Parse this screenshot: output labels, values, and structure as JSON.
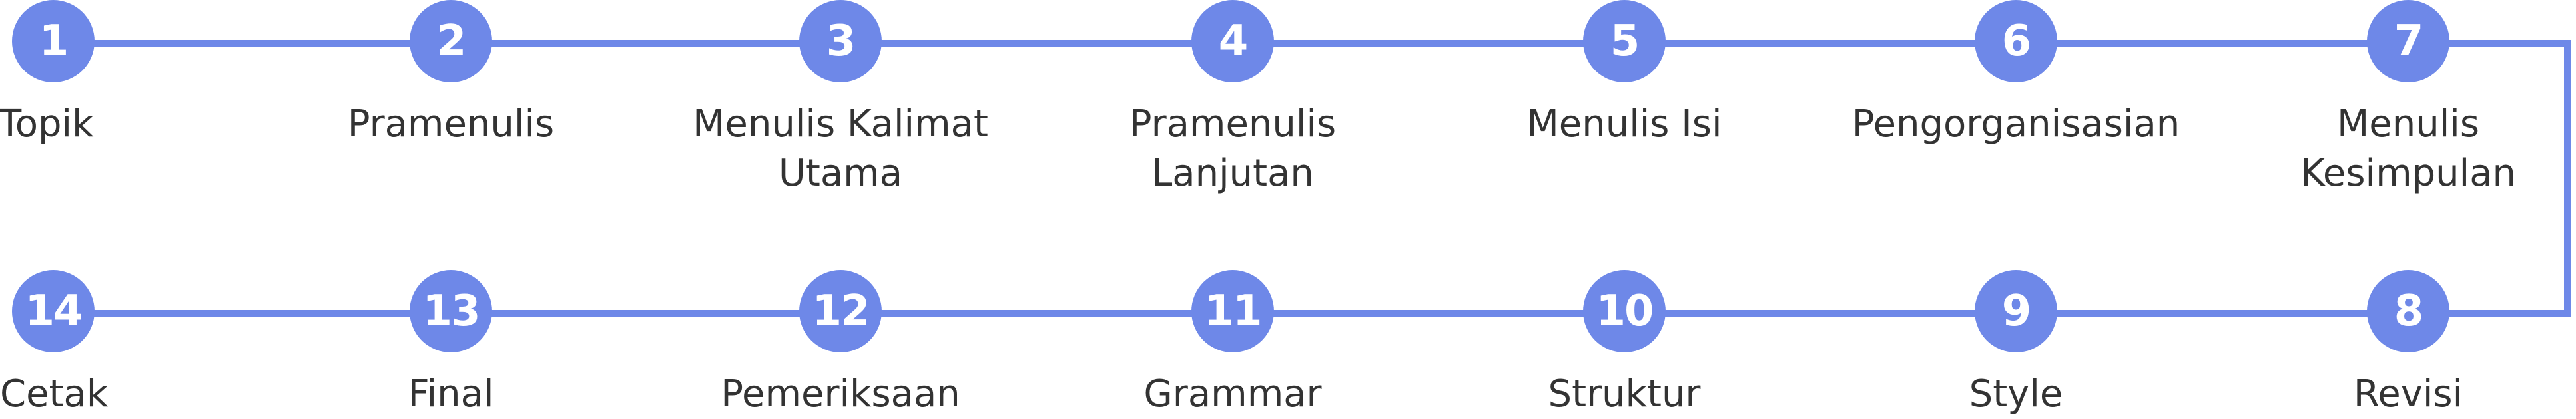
{
  "accent_color": "#6e88e8",
  "label_color": "#333333",
  "steps": [
    {
      "number": "1",
      "label": "Topik"
    },
    {
      "number": "2",
      "label": "Pramenulis"
    },
    {
      "number": "3",
      "label": "Menulis Kalimat\nUtama"
    },
    {
      "number": "4",
      "label": "Pramenulis\nLanjutan"
    },
    {
      "number": "5",
      "label": "Menulis Isi"
    },
    {
      "number": "6",
      "label": "Pengorganisasian"
    },
    {
      "number": "7",
      "label": "Menulis\nKesimpulan"
    },
    {
      "number": "8",
      "label": "Revisi"
    },
    {
      "number": "9",
      "label": "Style"
    },
    {
      "number": "10",
      "label": "Struktur"
    },
    {
      "number": "11",
      "label": "Grammar"
    },
    {
      "number": "12",
      "label": "Pemeriksaan"
    },
    {
      "number": "13",
      "label": "Final"
    },
    {
      "number": "14",
      "label": "Cetak"
    }
  ]
}
